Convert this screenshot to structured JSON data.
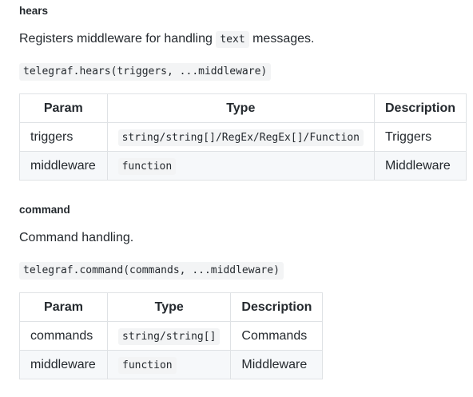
{
  "hears": {
    "title": "hears",
    "desc_before": "Registers middleware for handling ",
    "desc_code": "text",
    "desc_after": " messages.",
    "signature": "telegraf.hears(triggers, ...middleware)",
    "headers": [
      "Param",
      "Type",
      "Description"
    ],
    "rows": [
      {
        "param": "triggers",
        "type": "string/string[]/RegEx/RegEx[]/Function",
        "description": "Triggers"
      },
      {
        "param": "middleware",
        "type": "function",
        "description": "Middleware"
      }
    ]
  },
  "command": {
    "title": "command",
    "desc": "Command handling.",
    "signature": "telegraf.command(commands, ...middleware)",
    "headers": [
      "Param",
      "Type",
      "Description"
    ],
    "rows": [
      {
        "param": "commands",
        "type": "string/string[]",
        "description": "Commands"
      },
      {
        "param": "middleware",
        "type": "function",
        "description": "Middleware"
      }
    ]
  }
}
